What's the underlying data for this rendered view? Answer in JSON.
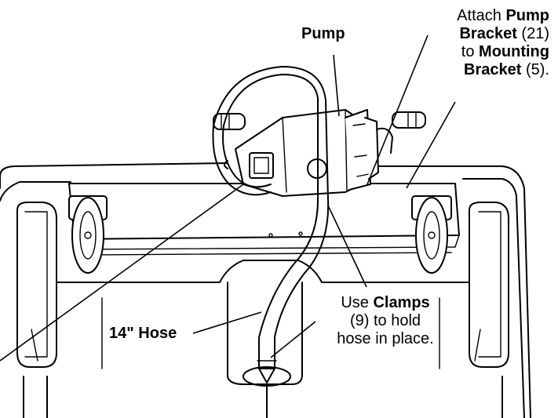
{
  "labels": {
    "pump": "Pump",
    "attach": {
      "l1_a": "Attach ",
      "l1_b": "Pump",
      "l2_a": "Bracket",
      "l2_b": " (21)",
      "l3_a": "to ",
      "l3_b": "Mounting",
      "l4_a": "Bracket",
      "l4_b": " (5)."
    },
    "hose": "14\" Hose",
    "clamps": {
      "l1_a": "Use ",
      "l1_b": "Clamps",
      "l2": "(9) to hold",
      "l3": "hose in place."
    }
  }
}
